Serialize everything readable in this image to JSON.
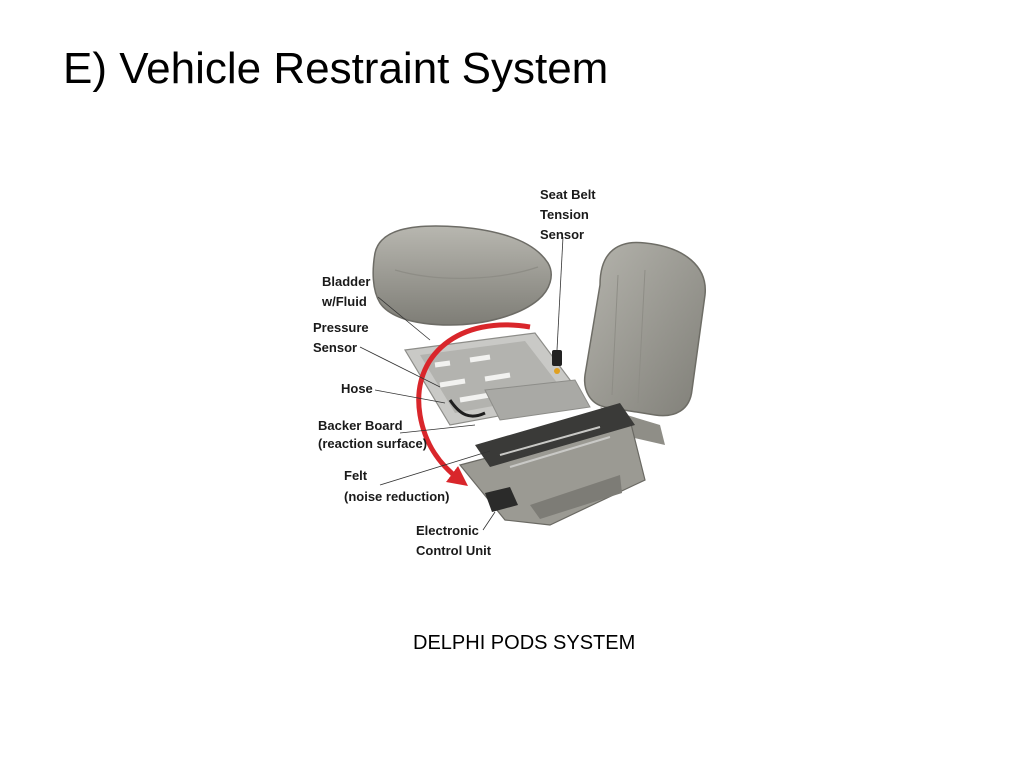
{
  "slide": {
    "title": "E)  Vehicle Restraint System",
    "caption": "DELPHI PODS SYSTEM"
  },
  "diagram": {
    "labels": {
      "seat_belt": [
        "Seat Belt",
        "Tension",
        "Sensor"
      ],
      "bladder": [
        "Bladder",
        "w/Fluid"
      ],
      "pressure_sensor": [
        "Pressure",
        "Sensor"
      ],
      "hose": [
        "Hose"
      ],
      "backer_board": [
        "Backer Board",
        "(reaction surface)"
      ],
      "felt": [
        "Felt",
        "(noise reduction)"
      ],
      "ecu": [
        "Electronic",
        "Control Unit"
      ]
    }
  },
  "colors": {
    "seat": "#9a9890",
    "arrow": "#d9262b",
    "board": "#c9c9c6"
  }
}
